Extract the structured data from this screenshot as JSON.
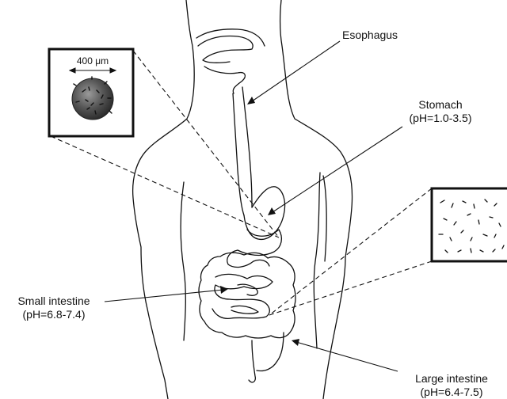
{
  "labels": {
    "esophagus": "Esophagus",
    "stomach": {
      "name": "Stomach",
      "ph": "(pH=1.0-3.5)"
    },
    "small_intestine": {
      "name": "Small intestine",
      "ph": "(pH=6.8-7.4)"
    },
    "large_intestine": {
      "name": "Large intestine",
      "ph": "(pH=6.4-7.5)"
    }
  },
  "inset_capsule": {
    "scale_label": "400 μm"
  },
  "colors": {
    "line": "#111111",
    "sphere": "#555555",
    "background": "#ffffff"
  }
}
